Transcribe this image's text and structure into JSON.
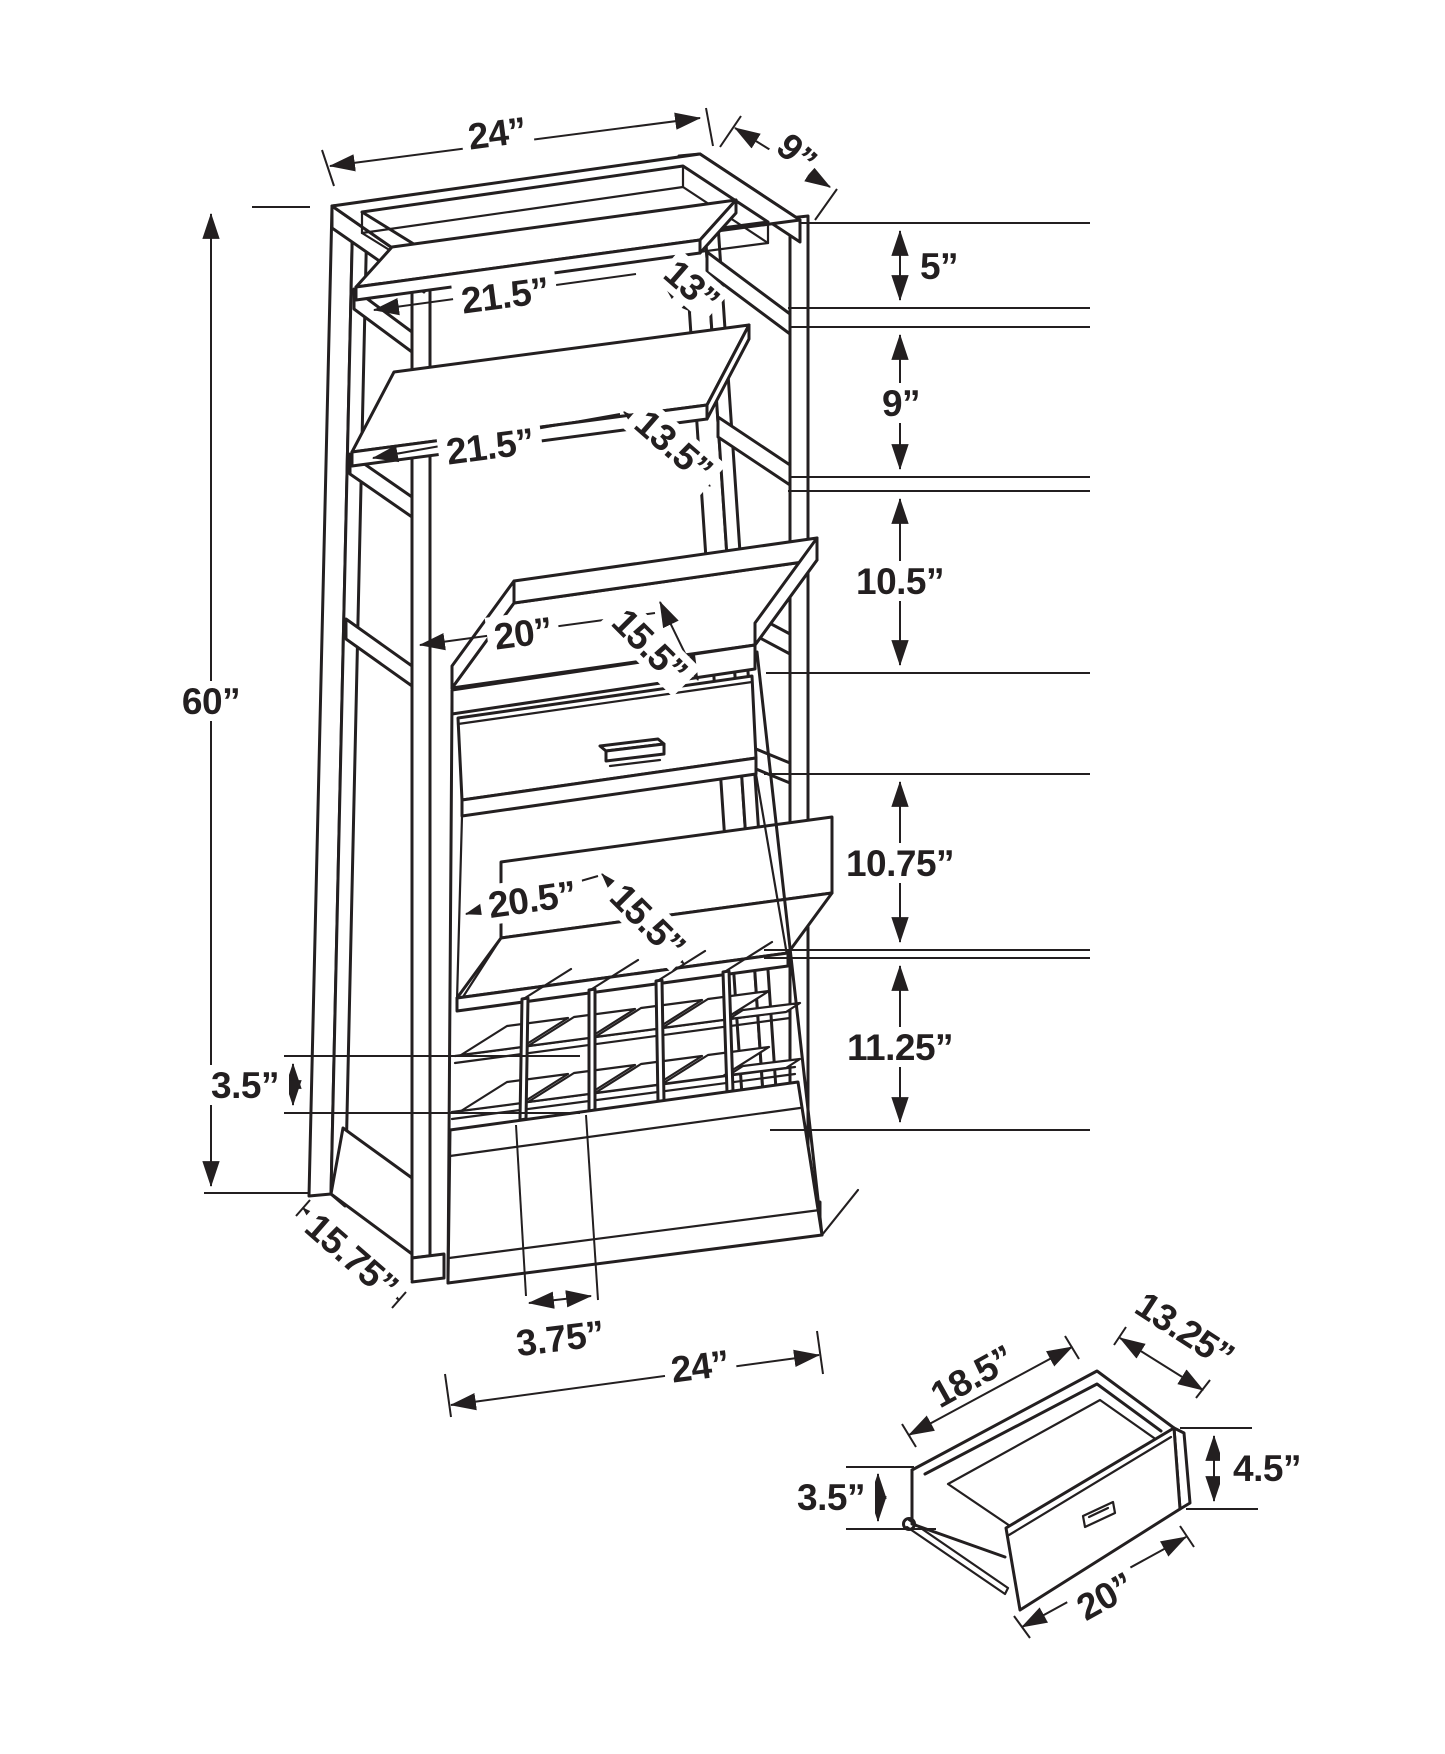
{
  "diagram_type": "furniture-dimension-diagram",
  "colors": {
    "background": "#ffffff",
    "line": "#231f20"
  },
  "main_view": {
    "top_width": "24”",
    "top_depth": "9”",
    "gap_top_to_shelf1": "5”",
    "gap_shelf1_to_shelf2": "9”",
    "gap_shelf2_to_cabinet": "10.5”",
    "gap_drawer_to_shelf": "10.75”",
    "wine_rack_height": "11.25”",
    "total_height": "60”",
    "wine_cubby_height": "3.5”",
    "base_depth": "15.75”",
    "wine_cubby_width": "3.75”",
    "base_width": "24”",
    "shelf1_width": "21.5”",
    "shelf1_depth": "13”",
    "shelf2_width": "21.5”",
    "shelf2_depth": "13.5”",
    "cabinet_top_width": "20”",
    "cabinet_top_depth": "15.5”",
    "lower_shelf_width": "20.5”",
    "lower_shelf_depth": "15.5”"
  },
  "drawer_detail": {
    "inner_width": "18.5”",
    "inner_depth": "13.25”",
    "side_height": "3.5”",
    "front_height": "4.5”",
    "front_width": "20”"
  }
}
